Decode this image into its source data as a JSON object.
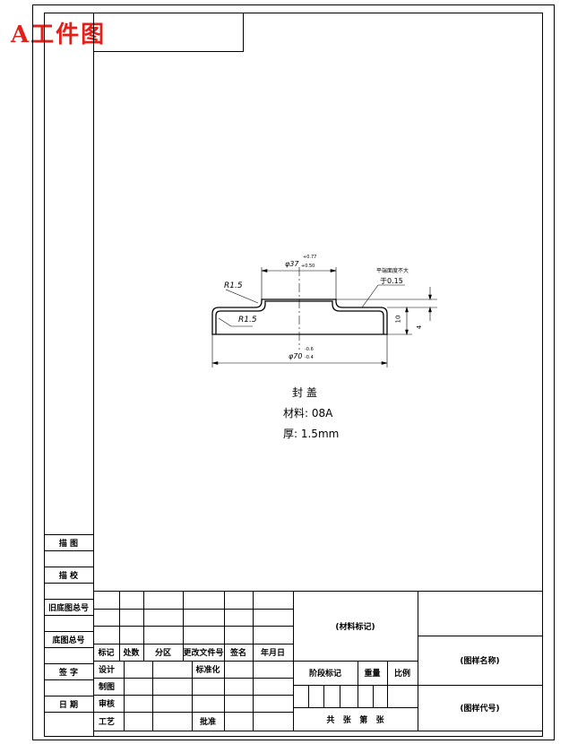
{
  "header": {
    "tag": "A工件图"
  },
  "drawing": {
    "dims": {
      "r_top_left": "R1.5",
      "r_bottom": "R1.5",
      "inner_dia": "φ37",
      "inner_tol_up": "+0.77",
      "inner_tol_low": "+0.50",
      "outer_dia": "φ70",
      "outer_tol_up": "-0.6",
      "outer_tol_low": "-0.4",
      "flatness_label": "平端面度不大",
      "flatness_value": "于0.15",
      "height_10": "10",
      "height_4": "4"
    },
    "notes": {
      "part_name": "封  盖",
      "material": "材料: 08A",
      "thickness": "厚: 1.5mm"
    }
  },
  "side_column": {
    "items": [
      "描  图",
      "描  校",
      "旧底图总号",
      "底图总号",
      "签  字",
      "日  期"
    ]
  },
  "title_block": {
    "rev_headers": [
      "标记",
      "处数",
      "分区",
      "更改文件号",
      "签名",
      "年月日"
    ],
    "design": "设计",
    "standard": "标准化",
    "draft": "制图",
    "check": "审核",
    "process": "工艺",
    "approve": "批准",
    "material_mark": "(材料标记)",
    "stage_mark": "阶段标记",
    "weight": "重量",
    "scale": "比例",
    "sheets": "共   张   第   张",
    "drawing_name": "(图样名称)",
    "drawing_code": "(图样代号)"
  }
}
